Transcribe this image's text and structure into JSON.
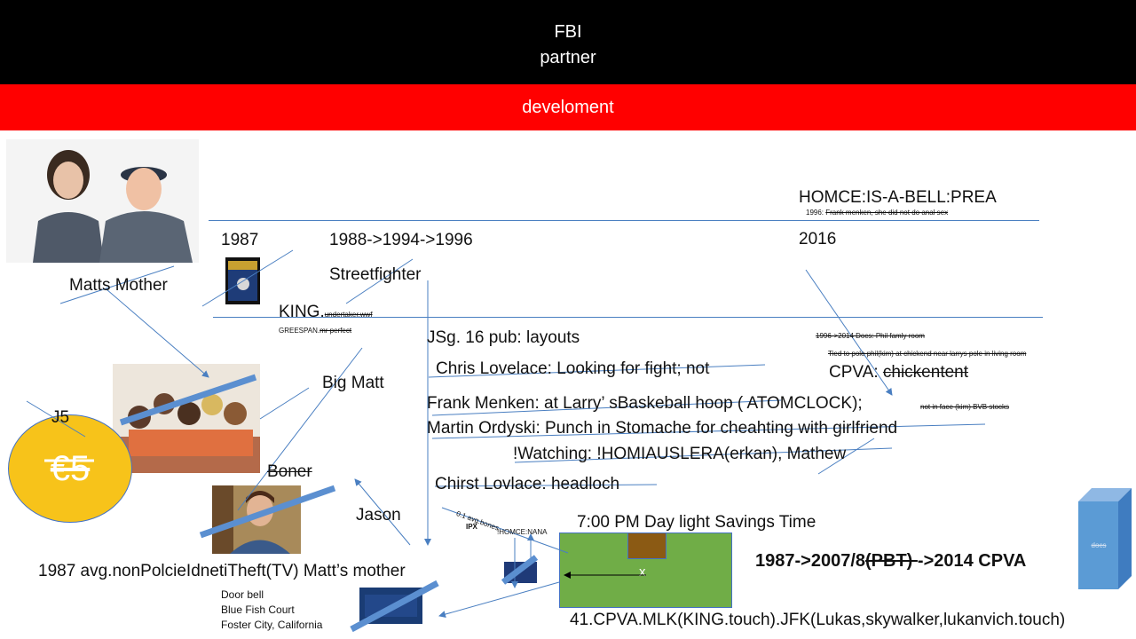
{
  "header": {
    "title": "FBI",
    "subtitle": "partner"
  },
  "banner": {
    "label": "develoment"
  },
  "timeline": {
    "top_label": "HOMCE:IS-A-BELL:PREA",
    "top_note_prefix": "1996: ",
    "top_note_struck": "Frank menken, she did not do anal sex",
    "years": {
      "y1987": "1987",
      "y1988": "1988->1994->1996",
      "y2016": "2016"
    },
    "streetfighter": "Streetfighter",
    "matts_mother": "Matts Mother",
    "king_main": "KING.",
    "king_struck": "undertaker.wwf",
    "greenspan_main": "GREESPAN.",
    "greenspan_struck": "mr perfect"
  },
  "right_notes": {
    "docs_line": "1996->2014 Docs: Phil famly room",
    "tied_line": "Tied to pole phil(kim) at chickend near larrys pole in living room",
    "cpva_prefix": "CPVA: ",
    "cpva_struck": "chickentent"
  },
  "events": {
    "jsg": "JSg. 16 pub: layouts",
    "chris": "Chris Lovelace: Looking for fight; not",
    "frank": "Frank Menken: at Larry’ sBaskeball hoop ( ATOMCLOCK);",
    "frank_note": "not in face  (kim) BVB stocks",
    "martin": "Martin Ordyski: Punch in Stomache for cheahting with girlfriend",
    "watching": "!Watching: !HOMIAUSLERA(erkan), Mathew",
    "chirst": "Chirst Lovlace: headloch"
  },
  "people": {
    "big_matt": "Big Matt",
    "j5": "J5",
    "coin": "€5",
    "boner": "Boner",
    "jason": "Jason",
    "theft": "1987 avg.nonPolcieIdnetiTheft(TV) Matt’s mother"
  },
  "address": {
    "line1": "Door bell",
    "line2": "Blue Fish Court",
    "line3": "Foster City, California"
  },
  "map": {
    "time": "7:00 PM Day light Savings Time",
    "bones": "0.1 avg.bones",
    "ipx": "IPX",
    "homce_nana": "!HOMCE:NANA",
    "x_marker": "x",
    "bottom": "41.CPVA.MLK(KING.touch).JFK(Lukas,skywalker,lukanvich.touch)"
  },
  "bold_timeline": {
    "part1": "1987->2007/8",
    "struck": "(PBT) ",
    "part2": "->2014 CPVA"
  },
  "docs": {
    "label": "docs"
  },
  "colors": {
    "header_bg": "#000000",
    "banner_bg": "#ff0000",
    "line_blue": "#4a7fc1",
    "coin_yellow": "#f7c31a",
    "field_green": "#70ad47",
    "box_brown": "#8b5a14",
    "docs_blue": "#5b9bd5"
  }
}
